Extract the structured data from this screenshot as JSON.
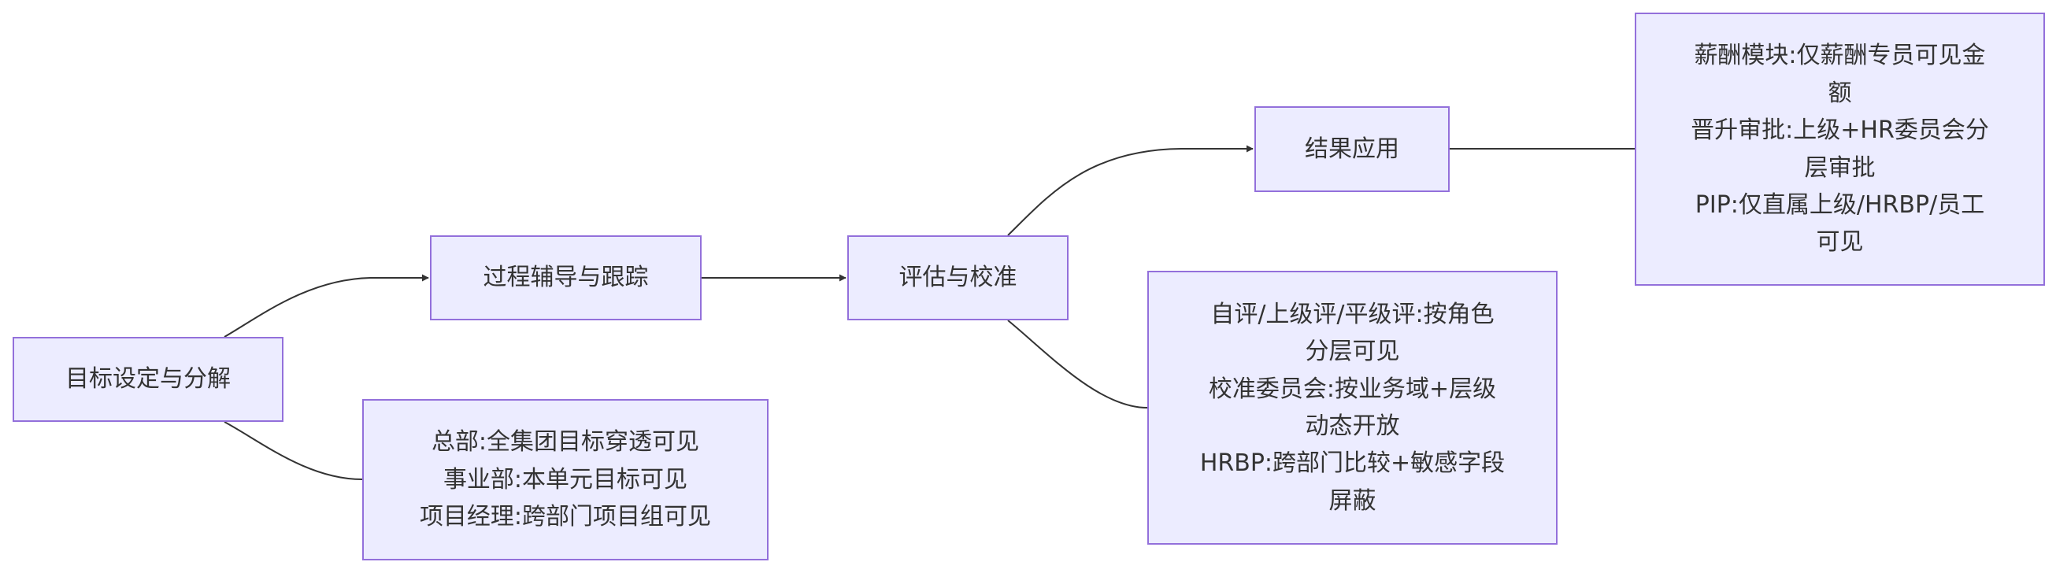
{
  "diagram": {
    "colors": {
      "node_fill": "#ECECFF",
      "node_border": "#9370DB",
      "edge": "#333333",
      "text": "#333333"
    },
    "nodes": {
      "goal_setting": {
        "label": "目标设定与分解"
      },
      "process": {
        "label": "过程辅导与跟踪"
      },
      "evaluation": {
        "label": "评估与校准"
      },
      "result": {
        "label": "结果应用"
      },
      "goal_note": {
        "lines": [
          "总部:全集团目标穿透可见",
          "事业部:本单元目标可见",
          "项目经理:跨部门项目组可见"
        ]
      },
      "eval_note": {
        "lines": [
          "自评/上级评/平级评:按角色",
          "分层可见",
          "校准委员会:按业务域+层级",
          "动态开放",
          "HRBP:跨部门比较+敏感字段",
          "屏蔽"
        ]
      },
      "result_note": {
        "lines": [
          "薪酬模块:仅薪酬专员可见金",
          "额",
          "晋升审批:上级+HR委员会分",
          "层审批",
          "PIP:仅直属上级/HRBP/员工",
          "可见"
        ]
      }
    },
    "edges": [
      {
        "from": "goal_setting",
        "to": "process",
        "arrow": true
      },
      {
        "from": "goal_setting",
        "to": "goal_note",
        "arrow": false
      },
      {
        "from": "process",
        "to": "evaluation",
        "arrow": true
      },
      {
        "from": "evaluation",
        "to": "result",
        "arrow": true
      },
      {
        "from": "evaluation",
        "to": "eval_note",
        "arrow": false
      },
      {
        "from": "result",
        "to": "result_note",
        "arrow": false
      }
    ]
  }
}
